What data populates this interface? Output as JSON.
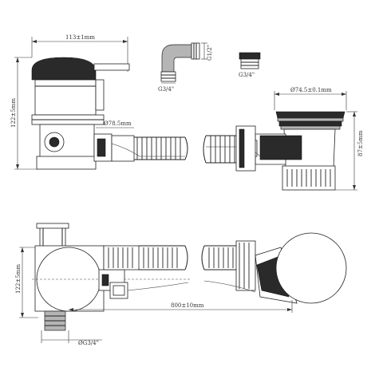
{
  "dimensions": {
    "top_width": "113±1mm",
    "fitting_top": "G1/2\"",
    "fitting_bottom": "G3/4\"",
    "cap_thread": "G3/4\"",
    "left_height": "122±5mm",
    "pipe_dia": "Ø78.5mm",
    "drain_dia": "Ø74.5±0.1mm",
    "right_height": "87±5mm",
    "bottom_left_height": "122±5mm",
    "hose_length": "800±10mm",
    "bottom_thread": "ØG3/4\""
  },
  "colors": {
    "line": "#222222",
    "fill_dark": "#2a2a2a",
    "fill_grey": "#b5b5b5"
  }
}
